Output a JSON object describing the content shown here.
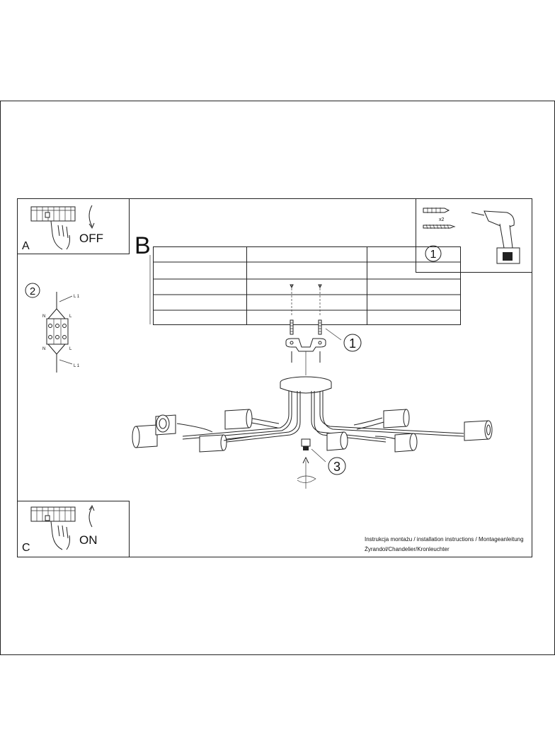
{
  "panels": {
    "a": {
      "letter": "A",
      "action": "OFF"
    },
    "b": {
      "letter": "B"
    },
    "c": {
      "letter": "C",
      "action": "ON"
    }
  },
  "step_numbers": {
    "tools": "1",
    "wiring": "2",
    "bracket": "1",
    "screw": "3"
  },
  "wiring_labels": {
    "l1_top": "L 1",
    "n_top": "N",
    "l_top": "L",
    "n_bottom": "N",
    "l_bottom": "L",
    "l1_bottom": "L 1"
  },
  "tools": {
    "dowel_count": "x2"
  },
  "footer": {
    "line1": "Instrukcja montażu / installation instructions / Montageanleitung",
    "line2": "Żyrandol/Chandelier/Kronleuchter"
  }
}
